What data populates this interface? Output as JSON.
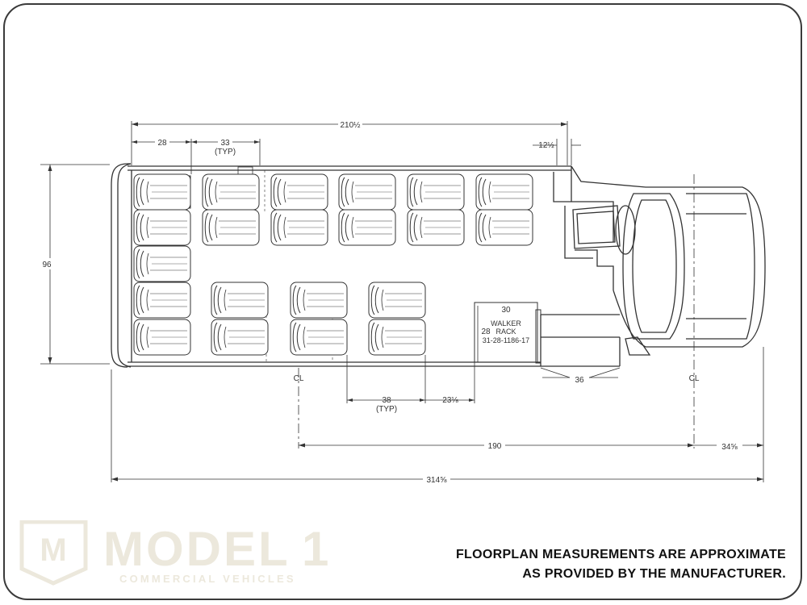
{
  "dimensions": {
    "overall_interior": "210½",
    "first_row": "28",
    "seat_pitch": "33",
    "seat_pitch_note": "(TYP)",
    "cab_offset": "12½",
    "width": "96",
    "aisle_seat_pitch": "38",
    "aisle_seat_pitch_note": "(TYP)",
    "rear_seat_to_rack": "23⅛",
    "axle_to_axle": "190",
    "front_overhang": "34⅝",
    "overall_length": "314⅝",
    "walker_rack_width": "30",
    "walker_rack_depth": "28",
    "door_width": "36",
    "centerline_mark": "CL"
  },
  "walker_rack": {
    "line1": "WALKER",
    "line2": "RACK",
    "part_number": "31-28-1186-17"
  },
  "watermark": {
    "brand": "MODEL",
    "brand_numeral": "1",
    "tagline": "COMMERCIAL VEHICLES",
    "emblem_letter": "M",
    "color": "#ece8dc"
  },
  "disclaimer": {
    "line1": "FLOORPLAN MEASUREMENTS ARE APPROXIMATE",
    "line2": "AS PROVIDED BY THE MANUFACTURER."
  },
  "colors": {
    "line": "#333333",
    "frame": "#3a3a3a"
  }
}
